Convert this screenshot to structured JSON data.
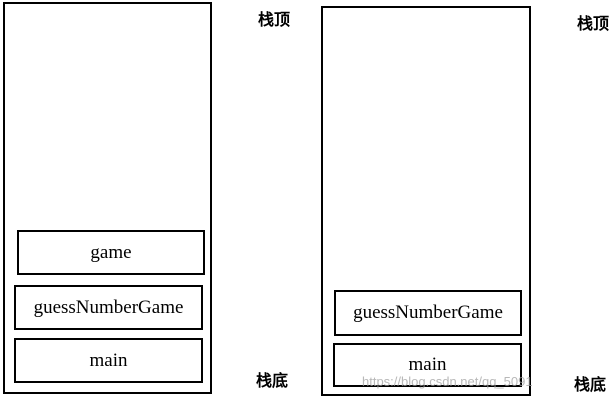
{
  "left_stack": {
    "frames": [
      "game",
      "guessNumberGame",
      "main"
    ]
  },
  "right_stack": {
    "frames": [
      "guessNumberGame",
      "main"
    ]
  },
  "labels": {
    "stack_top": "栈顶",
    "stack_bottom": "栈底"
  },
  "watermark": "https://blog.csdn.net/qq_5091"
}
